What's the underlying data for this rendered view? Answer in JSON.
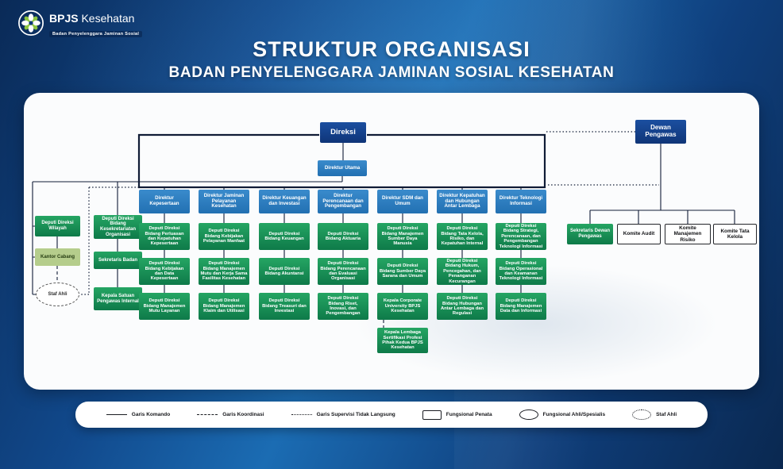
{
  "brand": {
    "name_bold": "BPJS",
    "name_regular": "Kesehatan",
    "tagline": "Badan Penyelenggara Jaminan Sosial"
  },
  "title": {
    "line1": "STRUKTUR ORGANISASI",
    "line2": "BADAN PENYELENGGARA JAMINAN SOSIAL KESEHATAN"
  },
  "colors": {
    "background_blue": "#1565AD",
    "dark_blue": "#153E8C",
    "director_blue": "#2B7FC2",
    "deputy_green": "#1B9158",
    "light_green": "#B5CD8C",
    "panel_white": "#FFFFFF"
  },
  "chart": {
    "direksi": "Direksi",
    "direktur_utama": "Direktur Utama",
    "dewan_pengawas": "Dewan Pengawas",
    "left_col1": [
      "Deputi Direksi Wilayah",
      "Kantor Cabang",
      "Staf Ahli"
    ],
    "left_col2": [
      "Deputi Direksi Bidang Kesekretariatan Organisasi",
      "Sekretaris Badan",
      "Kepala Satuan Pengawas Internal"
    ],
    "directorates": [
      {
        "director": "Direktur Kepesertaan",
        "deputies": [
          "Deputi Direksi Bidang Perluasan dan Kepatuhan Kepesertaan",
          "Deputi Direksi Bidang Kebijakan dan Data Kepesertaan",
          "Deputi Direksi Bidang Manajemen Mutu Layanan"
        ]
      },
      {
        "director": "Direktur Jaminan Pelayanan Kesehatan",
        "deputies": [
          "Deputi Direksi Bidang Kebijakan Pelayanan Manfaat",
          "Deputi Direksi Bidang Manajemen Mutu dan Kerja Sama Fasilitas Kesehatan",
          "Deputi Direksi Bidang Manajemen Klaim dan Utilisasi"
        ]
      },
      {
        "director": "Direktur Keuangan dan Investasi",
        "deputies": [
          "Deputi Direksi Bidang Keuangan",
          "Deputi Direksi Bidang Akuntansi",
          "Deputi Direksi Bidang Treasuri dan Investasi"
        ]
      },
      {
        "director": "Direktur Perencanaan dan Pengembangan",
        "deputies": [
          "Deputi Direksi Bidang Aktuaria",
          "Deputi Direksi Bidang Perencanaan dan Evaluasi Organisasi",
          "Deputi Direksi Bidang Riset, Inovasi, dan Pengembangan"
        ]
      },
      {
        "director": "Direktur SDM dan Umum",
        "deputies": [
          "Deputi Direksi Bidang Manajemen Sumber Daya Manusia",
          "Deputi Direksi Bidang Sumber Daya Sarana dan Umum",
          "Kepala Corporate University BPJS Kesehatan",
          "Kepala Lembaga Sertifikasi Profesi Pihak Kedua BPJS Kesehatan"
        ]
      },
      {
        "director": "Direktur Kepatuhan dan Hubungan Antar Lembaga",
        "deputies": [
          "Deputi Direksi Bidang Tata Kelola, Risiko, dan Kepatuhan Internal",
          "Deputi Direksi Bidang Hukum, Pencegahan, dan Penanganan Kecurangan",
          "Deputi Direksi Bidang Hubungan Antar Lembaga dan Regulasi"
        ]
      },
      {
        "director": "Direktur Teknologi Informasi",
        "deputies": [
          "Deputi Direksi Bidang Strategi, Perencanaan, dan Pengembangan Teknologi Informasi",
          "Deputi Direksi Bidang Operasional dan Keamanan Teknologi Informasi",
          "Deputi Direksi Bidang Manajemen Data dan Informasi"
        ]
      }
    ],
    "dewan_units": [
      "Sekretaris Dewan Pengawas",
      "Komite Audit",
      "Komite Manajemen Risiko",
      "Komite Tata Kelola"
    ]
  },
  "legend": [
    {
      "label": "Garis Komando",
      "symbol": "solid-line"
    },
    {
      "label": "Garis Koordinasi",
      "symbol": "dashed-line"
    },
    {
      "label": "Garis Supervisi Tidak Langsung",
      "symbol": "dotted-line"
    },
    {
      "label": "Fungsional Penata",
      "symbol": "rectangle"
    },
    {
      "label": "Fungsional Ahli/Spesialis",
      "symbol": "ellipse"
    },
    {
      "label": "Staf Ahli",
      "symbol": "dotted-ellipse"
    }
  ]
}
